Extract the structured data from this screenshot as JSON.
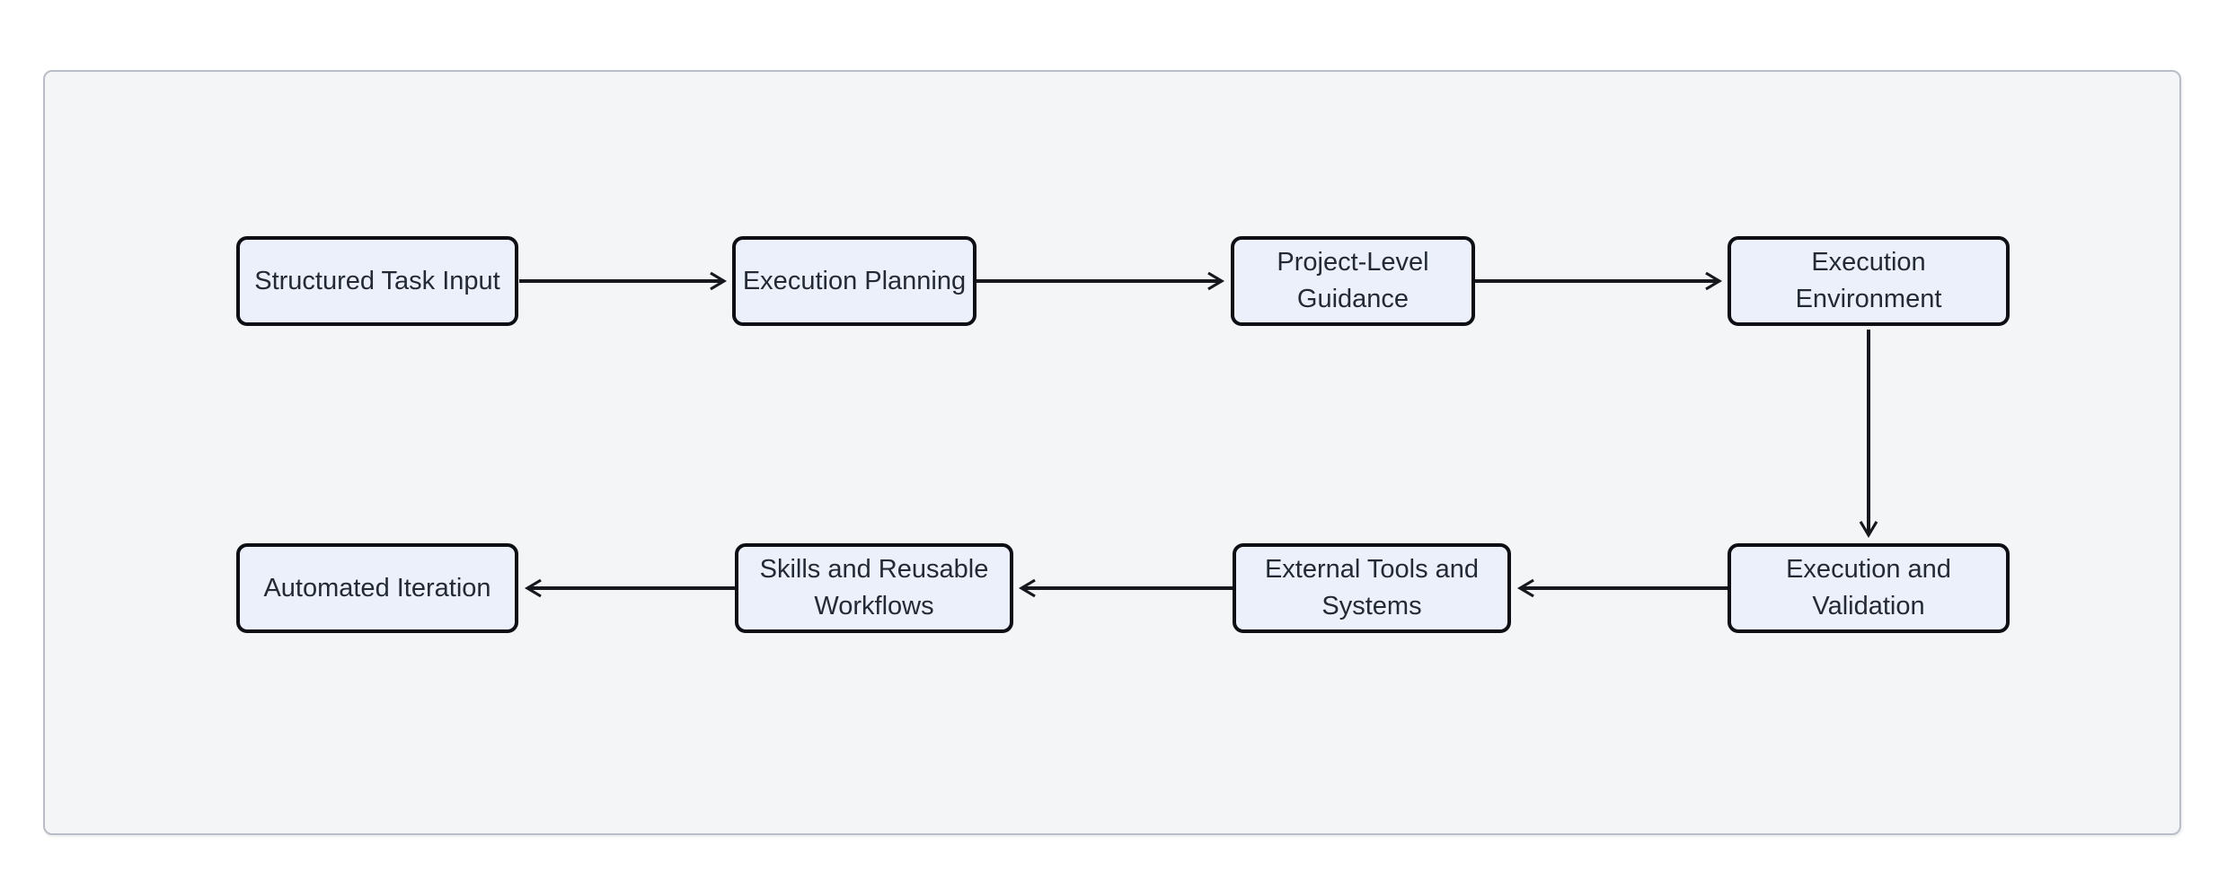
{
  "diagram": {
    "type": "flowchart",
    "layout": "snake-two-rows",
    "nodes": [
      {
        "id": "structured-task-input",
        "label": "Structured Task Input"
      },
      {
        "id": "execution-planning",
        "label": "Execution Planning"
      },
      {
        "id": "project-level-guidance",
        "label": "Project-Level Guidance"
      },
      {
        "id": "execution-environment",
        "label": "Execution Environment"
      },
      {
        "id": "execution-and-validation",
        "label": "Execution and Validation"
      },
      {
        "id": "external-tools-and-systems",
        "label": "External Tools and Systems"
      },
      {
        "id": "skills-and-reusable-workflows",
        "label": "Skills and Reusable Workflows"
      },
      {
        "id": "automated-iteration",
        "label": "Automated Iteration"
      }
    ],
    "edges": [
      {
        "from": "structured-task-input",
        "to": "execution-planning",
        "direction": "right"
      },
      {
        "from": "execution-planning",
        "to": "project-level-guidance",
        "direction": "right"
      },
      {
        "from": "project-level-guidance",
        "to": "execution-environment",
        "direction": "right"
      },
      {
        "from": "execution-environment",
        "to": "execution-and-validation",
        "direction": "down"
      },
      {
        "from": "execution-and-validation",
        "to": "external-tools-and-systems",
        "direction": "left"
      },
      {
        "from": "external-tools-and-systems",
        "to": "skills-and-reusable-workflows",
        "direction": "left"
      },
      {
        "from": "skills-and-reusable-workflows",
        "to": "automated-iteration",
        "direction": "left"
      }
    ],
    "colors": {
      "node_fill": "#ecf0fa",
      "node_border": "#0d0f14",
      "node_text": "#232a36",
      "arrow": "#16181d",
      "canvas_background": "#f4f5f7",
      "frame_border": "#b9bdc7",
      "page_background": "#ffffff"
    }
  }
}
